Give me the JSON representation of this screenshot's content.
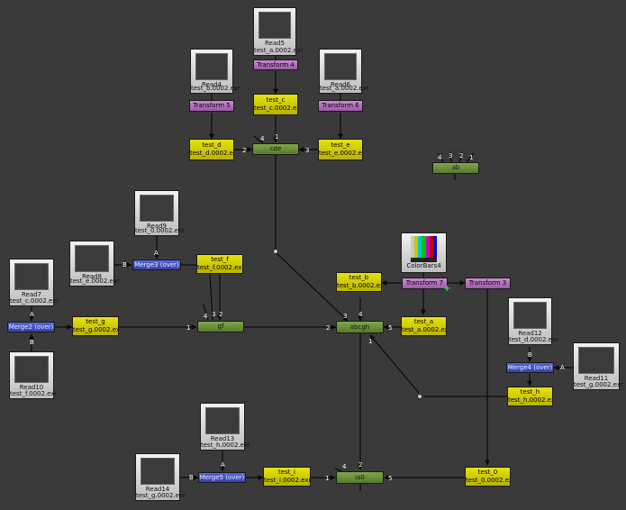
{
  "reads": {
    "read5": {
      "name": "Read5",
      "file": "test_a.0002.exr"
    },
    "read4": {
      "name": "Read4",
      "file": "test_b.0002.exr"
    },
    "read6": {
      "name": "Read6",
      "file": "test_a.0002.exr"
    },
    "read9": {
      "name": "Read9",
      "file": "test_0.0002.exr"
    },
    "read8": {
      "name": "Read8",
      "file": "test_e.0002.exr"
    },
    "read7": {
      "name": "Read7",
      "file": "test_c.0002.exr"
    },
    "read10": {
      "name": "Read10",
      "file": "test_f.0002.exr"
    },
    "read12": {
      "name": "Read12",
      "file": "test_d.0002.exr"
    },
    "read11": {
      "name": "Read11",
      "file": "test_g.0002.exr"
    },
    "read13": {
      "name": "Read13",
      "file": "test_h.0002.exr"
    },
    "read14": {
      "name": "Read14",
      "file": "test_g.0002.exr"
    }
  },
  "transforms": {
    "t4": "Transform 4",
    "t5": "Transform 5",
    "t6": "Transform 6",
    "t7": "Transform 7",
    "t3": "Transform 3"
  },
  "writes": {
    "test_c": {
      "name": "test_c",
      "file": "test_c.0002.exr"
    },
    "test_d": {
      "name": "test_d",
      "file": "test_d.0002.exr"
    },
    "test_e": {
      "name": "test_e",
      "file": "test_e.0002.exr"
    },
    "test_f": {
      "name": "test_f",
      "file": "test_f.0002.exr"
    },
    "test_g": {
      "name": "test_g",
      "file": "test_g.0002.exr"
    },
    "test_b": {
      "name": "test_b",
      "file": "test_b.0002.exr"
    },
    "test_a": {
      "name": "test_a",
      "file": "test_a.0002.exr"
    },
    "test_h": {
      "name": "test_h",
      "file": "test_h.0002.exr"
    },
    "test_i": {
      "name": "test_i",
      "file": "test_i.0002.exr"
    },
    "test_0": {
      "name": "test_0",
      "file": "test_0.0002.exr"
    }
  },
  "merges": {
    "m3": "Merge3 (over)",
    "m2": "Merge2 (over)",
    "m4": "Merge4 (over)",
    "m5": "Merge5 (over)"
  },
  "combines": {
    "cde": "cde",
    "ab": "ab",
    "gf": "gf",
    "abcgh": "abcgh",
    "ia0": "ia0"
  },
  "colorbars": {
    "name": "ColorBars4",
    "colors": [
      "#c8c8c8",
      "#c8c800",
      "#00c8c8",
      "#00c800",
      "#c800c8",
      "#c80000",
      "#0000c8"
    ]
  },
  "input_labels": {
    "one": "1",
    "two": "2",
    "three": "3",
    "four": "4",
    "five": "5",
    "A": "A",
    "B": "B"
  },
  "colors": {
    "wire": "#0a0a0a",
    "background": "#3a3a3a",
    "arrow": "#0a0a0a"
  }
}
